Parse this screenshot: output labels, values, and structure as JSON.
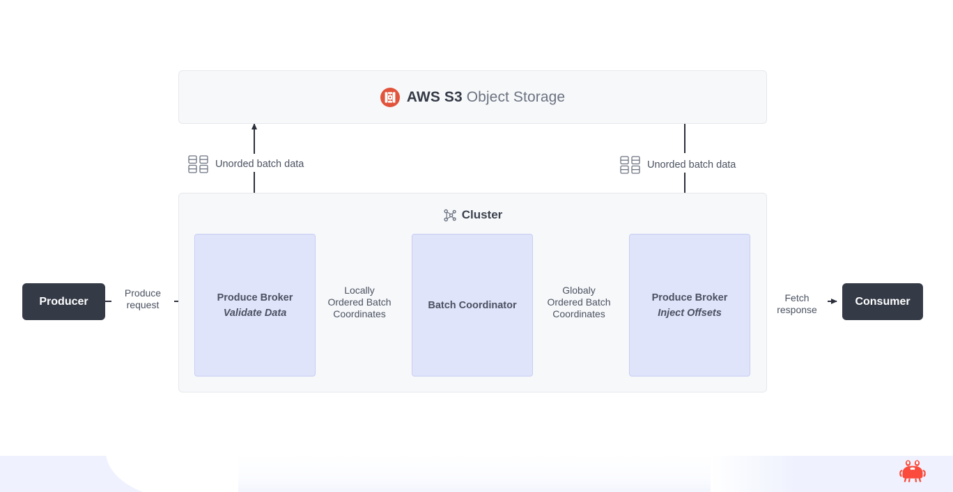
{
  "diagram": {
    "storage": {
      "icon": "aws-s3-icon",
      "brand": "AWS S3",
      "label": " Object Storage"
    },
    "cluster": {
      "icon": "cluster-network-icon",
      "title": "Cluster",
      "nodes": [
        {
          "title": "Produce Broker",
          "subtitle": "Validate Data"
        },
        {
          "title": "Batch Coordinator",
          "subtitle": ""
        },
        {
          "title": "Produce Broker",
          "subtitle": "Inject Offsets"
        }
      ]
    },
    "endpoints": {
      "producer": "Producer",
      "consumer": "Consumer"
    },
    "connectors": {
      "produce_request": "Produce\nrequest",
      "locally_ordered": "Locally\nOrdered Batch\nCoordinates",
      "globaly_ordered": "Globaly\nOrdered Batch\nCoordinates",
      "fetch_response": "Fetch\nresponse",
      "unordered_left": "Unorded batch data",
      "unordered_right": "Unorded batch data"
    },
    "colors": {
      "node_fill": "#e0e4fb",
      "node_border": "#c7cdf2",
      "panel_fill": "#f7f8fa",
      "panel_border": "#e6e8ec",
      "endpoint_fill": "#343a46",
      "s3_red": "#e2533b",
      "crab_red": "#fa4b3c",
      "footer_band": "#eff2fe",
      "text": "#4a5160"
    },
    "footer": {
      "logo": "crab-logo"
    }
  }
}
